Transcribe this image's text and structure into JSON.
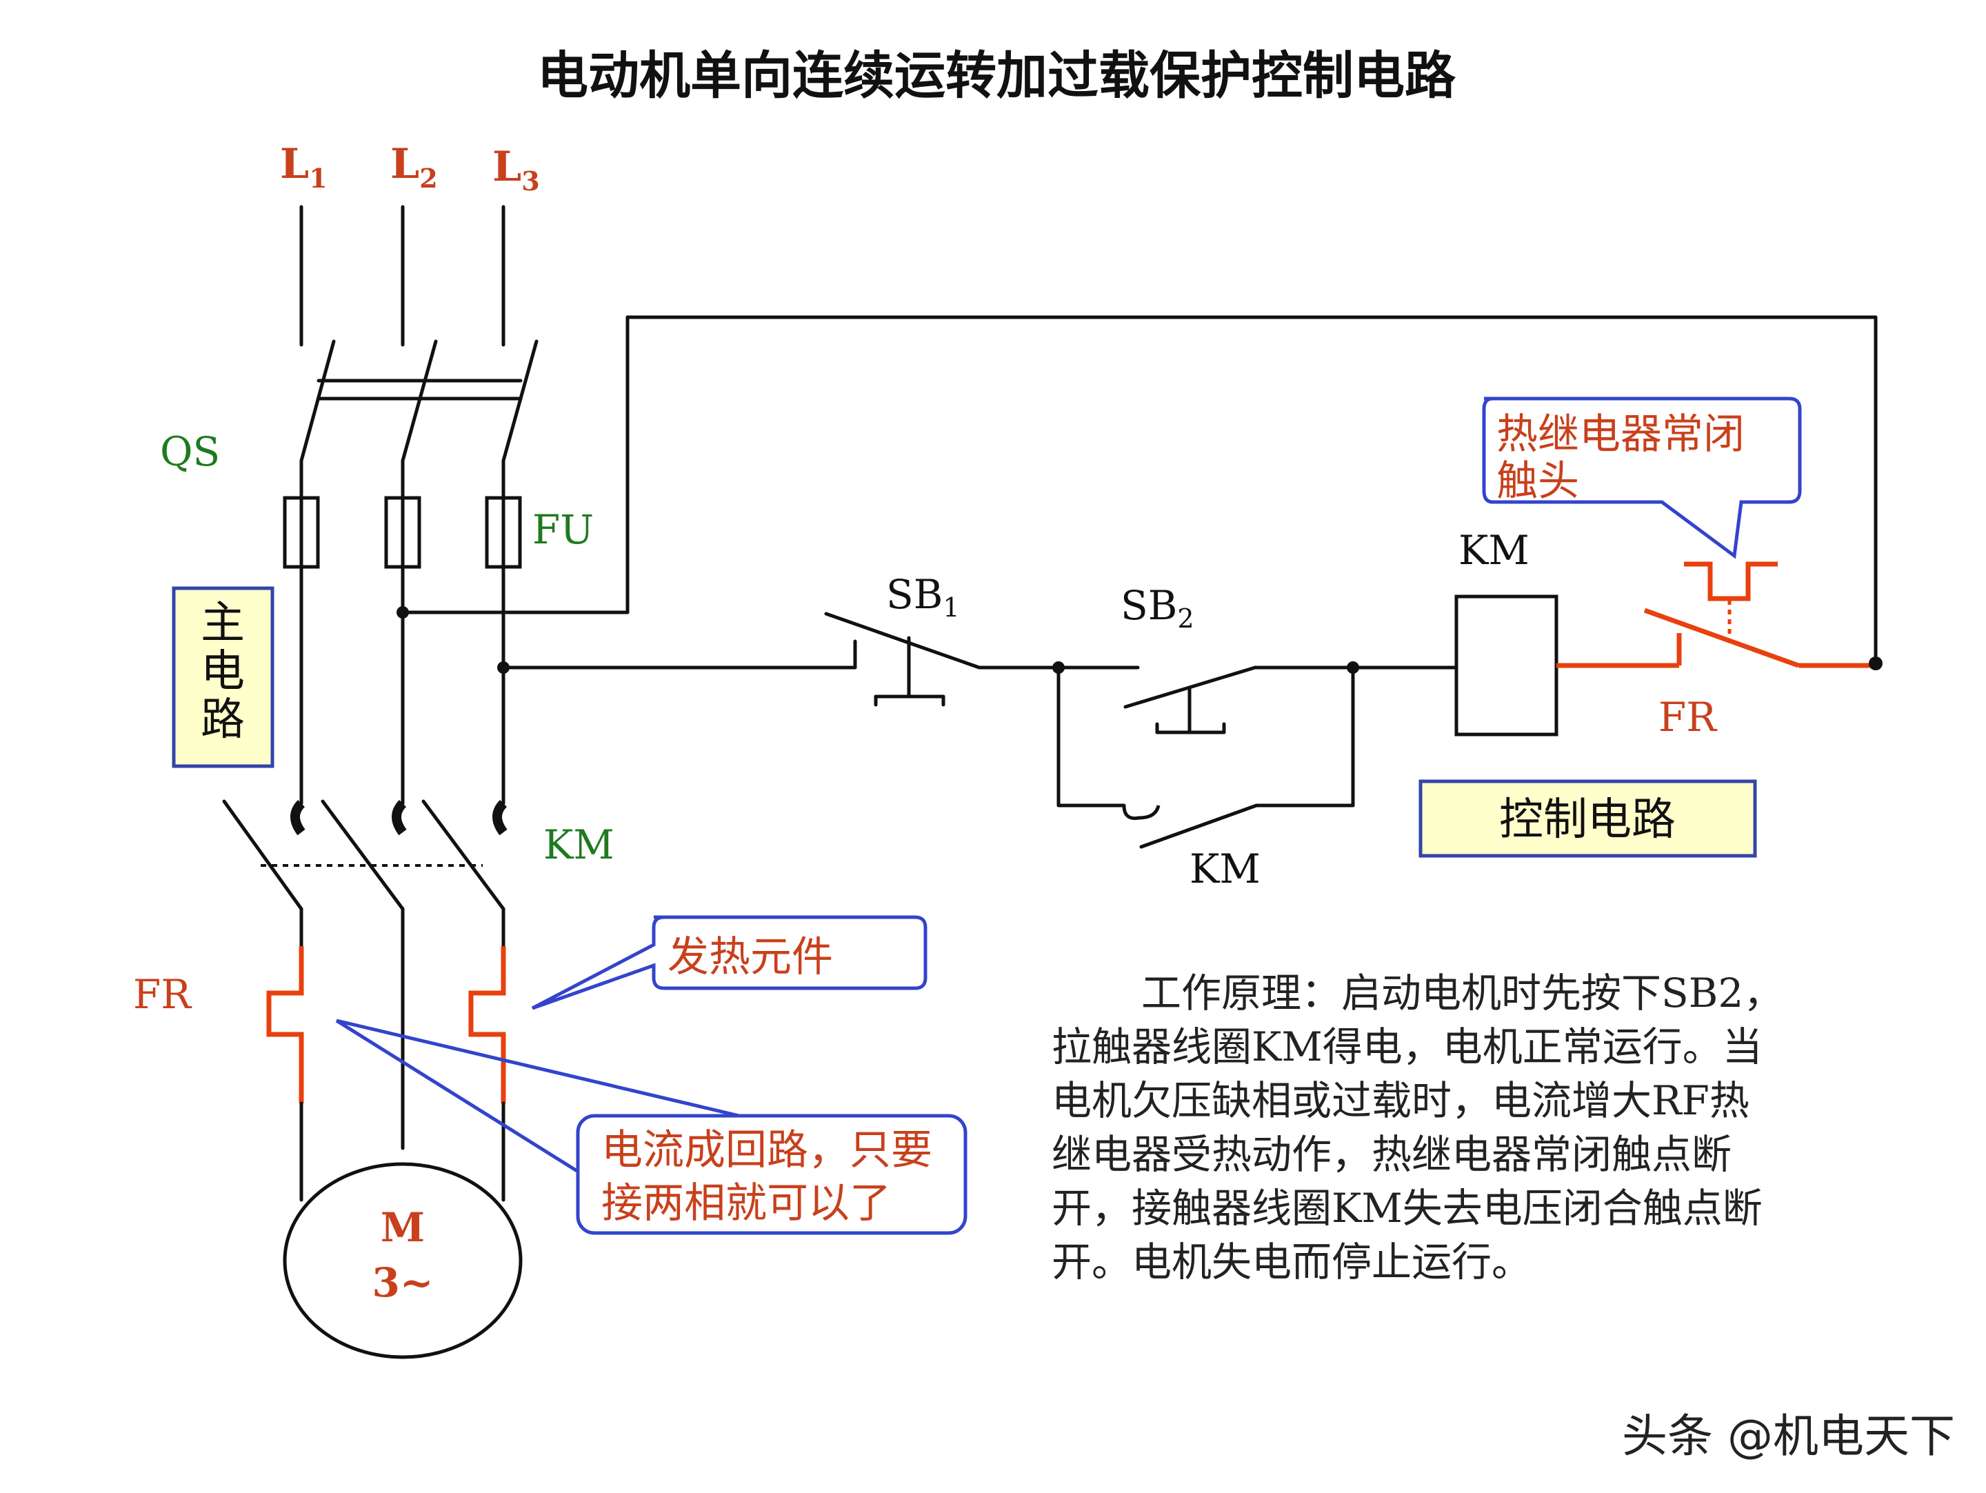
{
  "title": "电动机单向连续运转加过载保护控制电路",
  "phases": {
    "L1": "L",
    "L2": "L",
    "L3": "L",
    "s1": "1",
    "s2": "2",
    "s3": "3"
  },
  "labels": {
    "qs": "QS",
    "fu": "FU",
    "km_main": "KM",
    "fr_main": "FR",
    "km_coil": "KM",
    "km_aux": "KM",
    "fr_ctrl": "FR",
    "sb1": "SB",
    "sb1_sub": "1",
    "sb2": "SB",
    "sb2_sub": "2",
    "motor_m": "M",
    "motor_phase": "3~"
  },
  "boxes": {
    "main_circuit": [
      "主",
      "电",
      "路"
    ],
    "control_circuit": "控制电路"
  },
  "callouts": {
    "fr_contact": [
      "热继电器常闭",
      "触头"
    ],
    "heating_element": "发热元件",
    "current_loop": [
      "电流成回路，只要",
      "接两相就可以了"
    ]
  },
  "description": [
    "工作原理：启动电机时先按下SB2，",
    "拉触器线圈KM得电，电机正常运行。当",
    "电机欠压缺相或过载时，电流增大RF热",
    "继电器受热动作，热继电器常闭触点断",
    "开，接触器线圈KM失去电压闭合触点断",
    "开。电机失电而停止运行。"
  ],
  "watermark": "头条 @机电天下",
  "colors": {
    "accent_red": "#e8400e",
    "label_green": "#1f7a1f",
    "callout_border": "#3344cc",
    "box_fill": "#ffffcc"
  }
}
